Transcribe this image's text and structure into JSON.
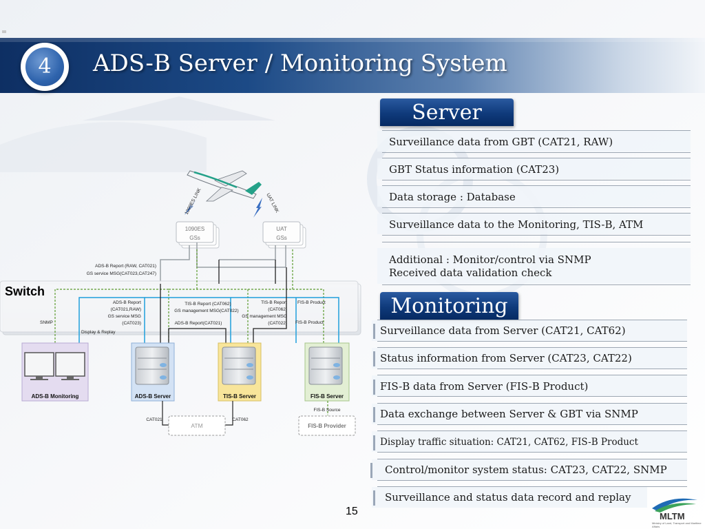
{
  "slide": {
    "number_badge": "4",
    "title": "ADS-B Server / Monitoring System",
    "page_number": "15"
  },
  "server": {
    "header": "Server",
    "items": [
      "Surveillance data from GBT (CAT21, RAW)",
      "GBT Status information (CAT23)",
      "Data storage : Database",
      "Surveillance data to the Monitoring, TIS-B, ATM",
      "Additional : Monitor/control via SNMP",
      "Received data validation check"
    ]
  },
  "monitoring": {
    "header": "Monitoring",
    "items": [
      "Surveillance data from Server (CAT21, CAT62)",
      "Status information from Server (CAT23, CAT22)",
      "FIS-B data from Server (FIS-B Product)",
      "Data exchange between Server & GBT via SNMP",
      "Display traffic situation: CAT21, CAT62, FIS-B Product",
      "Control/monitor system status: CAT23, CAT22, SNMP",
      "Surveillance and status data record and replay"
    ]
  },
  "diagram": {
    "switch_label": "Switch",
    "link_1090": "1090ES LINK",
    "link_uat": "UAT LINK",
    "gs_1090_line1": "1090ES",
    "gs_1090_line2": "GSs",
    "gs_uat_line1": "UAT",
    "gs_uat_line2": "GSs",
    "report_line1": "ADS-B Report (RAW, CAT021)",
    "report_line2": "GS service MSG(CAT023,CAT247)",
    "adsb_report_1": "ADS-B Report",
    "adsb_report_2": "(CAT021,RAW)",
    "adsb_report_3": "GS service MSG",
    "adsb_report_4": "(CAT023)",
    "tisb_report_1": "TIS-B Report (CAT062)",
    "tisb_report_2": "GS management MSG(CAT022)",
    "tisb_report_3": "TIS-B Report",
    "tisb_report_4": "(CAT062)",
    "tisb_report_5": "GS management MSG",
    "tisb_report_6": "(CAT022)",
    "fisb_product_1": "FIS-B Product",
    "fisb_product_2": "FIS-B Product",
    "snmp": "SNMP",
    "display_replay": "Display & Replay",
    "adsb_report_cat021": "ADS-B Report(CAT021)",
    "adsb_monitoring": "ADS-B Monitoring",
    "adsb_server": "ADS-B Server",
    "tisb_server": "TIS-B Server",
    "fisb_server": "FIS-B Server",
    "cat021": "CAT021",
    "cat062": "CAT062",
    "atm": "ATM",
    "fisb_source": "FIS-B Source",
    "fisb_provider": "FIS-B Provider"
  },
  "logo": {
    "text": "MLTM",
    "subtext": "Ministry of Land, Transport and Maritime Affairs"
  }
}
